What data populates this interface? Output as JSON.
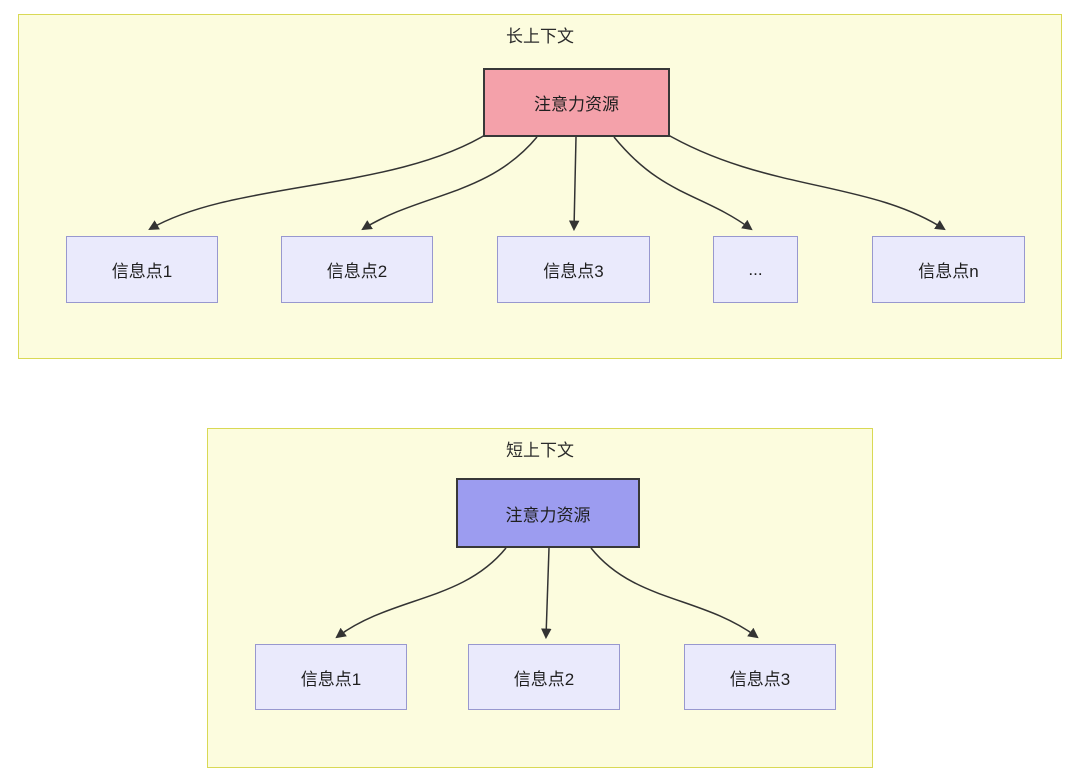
{
  "diagram": {
    "long_context": {
      "title": "长上下文",
      "source": {
        "label": "注意力资源",
        "color": "#f4a1aa"
      },
      "targets": [
        {
          "label": "信息点1"
        },
        {
          "label": "信息点2"
        },
        {
          "label": "信息点3"
        },
        {
          "label": "..."
        },
        {
          "label": "信息点n"
        }
      ],
      "target_color": "#eaeafc",
      "background": "#fcfcde",
      "border_color": "#d9d955"
    },
    "short_context": {
      "title": "短上下文",
      "source": {
        "label": "注意力资源",
        "color": "#9c9cf0"
      },
      "targets": [
        {
          "label": "信息点1"
        },
        {
          "label": "信息点2"
        },
        {
          "label": "信息点3"
        }
      ],
      "target_color": "#eaeafc",
      "background": "#fcfcde",
      "border_color": "#d9d955"
    },
    "connector_color": "#333333"
  }
}
